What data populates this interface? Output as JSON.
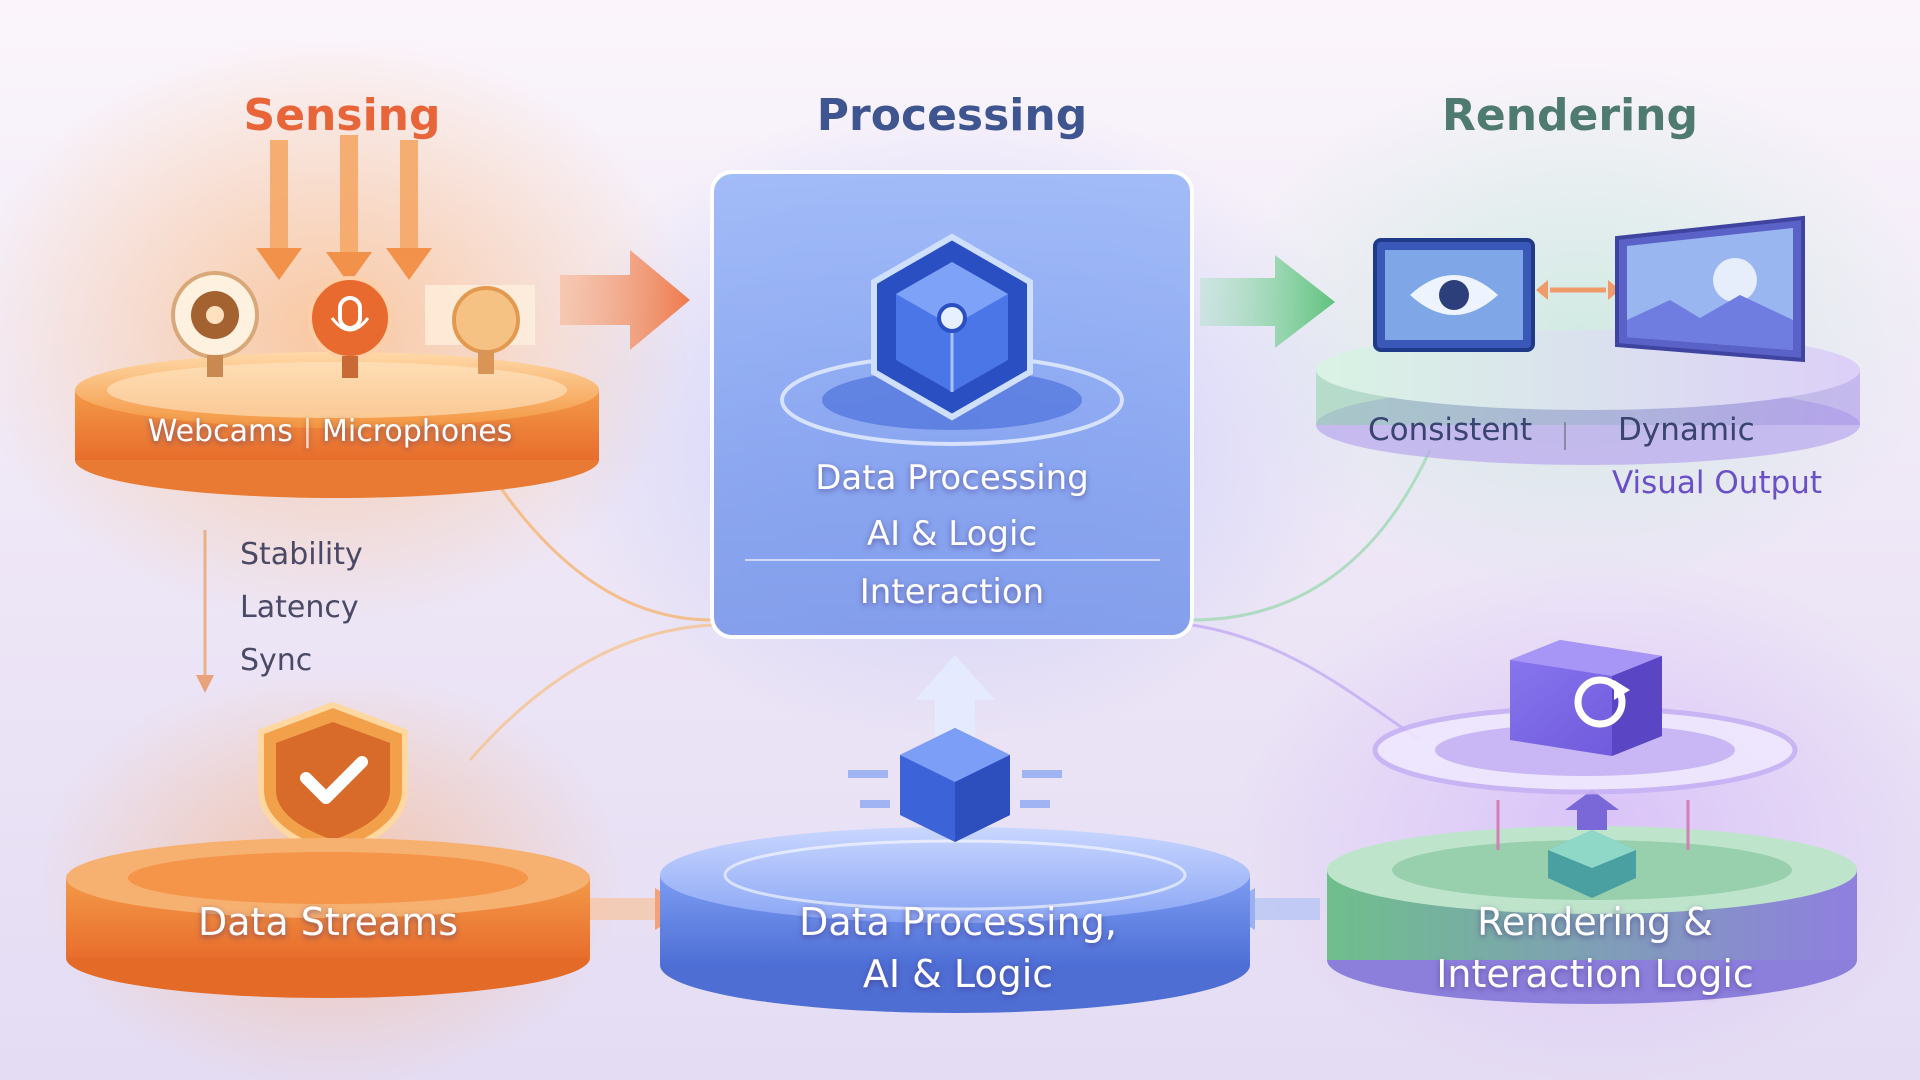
{
  "sections": {
    "sensing": {
      "title": "Sensing",
      "color": "#e8653a"
    },
    "processing": {
      "title": "Processing",
      "color": "#3f5590"
    },
    "rendering": {
      "title": "Rendering",
      "color": "#4e7a70"
    }
  },
  "sensing_platform": {
    "devices_label": "Webcams",
    "mics_label": "Microphones"
  },
  "sensing_metrics": [
    "Stability",
    "Latency",
    "Sync"
  ],
  "processing_panel": {
    "lines": [
      "Data Processing",
      "AI & Logic",
      "Interaction"
    ]
  },
  "rendering_platform": {
    "left_label": "Consistent",
    "right_label": "Dynamic",
    "output_label": "Visual Output"
  },
  "bottom_platforms": {
    "streams": {
      "label": "Data Streams"
    },
    "processing": {
      "line1": "Data Processing,",
      "line2": "AI & Logic"
    },
    "rendering": {
      "line1": "Rendering &",
      "line2": "Interaction Logic"
    }
  },
  "icons": [
    "webcam-icon",
    "microphone-icon",
    "cube-icon",
    "eye-icon",
    "display-icon",
    "shield-check-icon",
    "refresh-icon"
  ],
  "colors": {
    "sensing": "#f08a3c",
    "processing": "#5d7fe6",
    "rendering_green": "#74c98e",
    "rendering_purple": "#9b7ee6"
  }
}
